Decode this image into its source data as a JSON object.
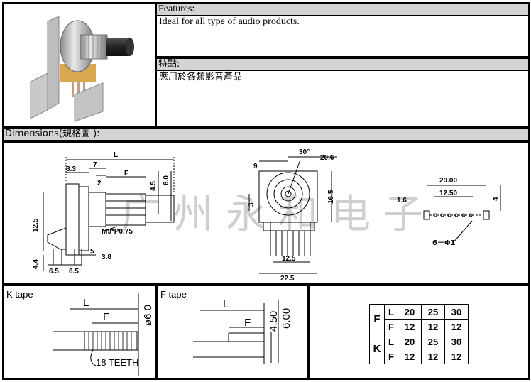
{
  "features": {
    "header": "Features:",
    "text": "Ideal for all type of audio products."
  },
  "features_cn": {
    "header": "特點:",
    "text": "應用於各類影音產品"
  },
  "dimensions": {
    "header": "Dimensions(規格圖 ):",
    "side": {
      "L": "L",
      "d83": "8.3",
      "d7": "7",
      "d2": "2",
      "F": "F",
      "d45": "4.5",
      "d60": "6.0",
      "d125": "12.5",
      "thread": "M9*P0.75",
      "d44": "4.4",
      "d5": "5",
      "d38": "3.8",
      "d65a": "6.5",
      "d65b": "6.5"
    },
    "front": {
      "angle": "30°",
      "d9": "9",
      "d206": "20.6",
      "d3": "3",
      "d165": "16.5",
      "d125": "12.5",
      "d225": "22.5"
    },
    "pins": {
      "d2000": "20.00",
      "d1250": "12.50",
      "d16": "1.6",
      "d4": "4",
      "holes": "6－Φ1"
    },
    "watermark": "广州永和电子"
  },
  "k_tape": {
    "title": "K tape",
    "L": "L",
    "F": "F",
    "dia": "ø6.0",
    "teeth": "18 TEETH"
  },
  "f_tape": {
    "title": "F tape",
    "L": "L",
    "F": "F",
    "d450": "4.50",
    "d600": "6.00"
  },
  "length_table": {
    "rows": [
      {
        "group": "F",
        "sub": "L",
        "values": [
          "20",
          "25",
          "30"
        ]
      },
      {
        "group": "",
        "sub": "F",
        "values": [
          "12",
          "12",
          "12"
        ]
      },
      {
        "group": "K",
        "sub": "L",
        "values": [
          "20",
          "25",
          "30"
        ]
      },
      {
        "group": "",
        "sub": "F",
        "values": [
          "12",
          "12",
          "12"
        ]
      }
    ]
  }
}
